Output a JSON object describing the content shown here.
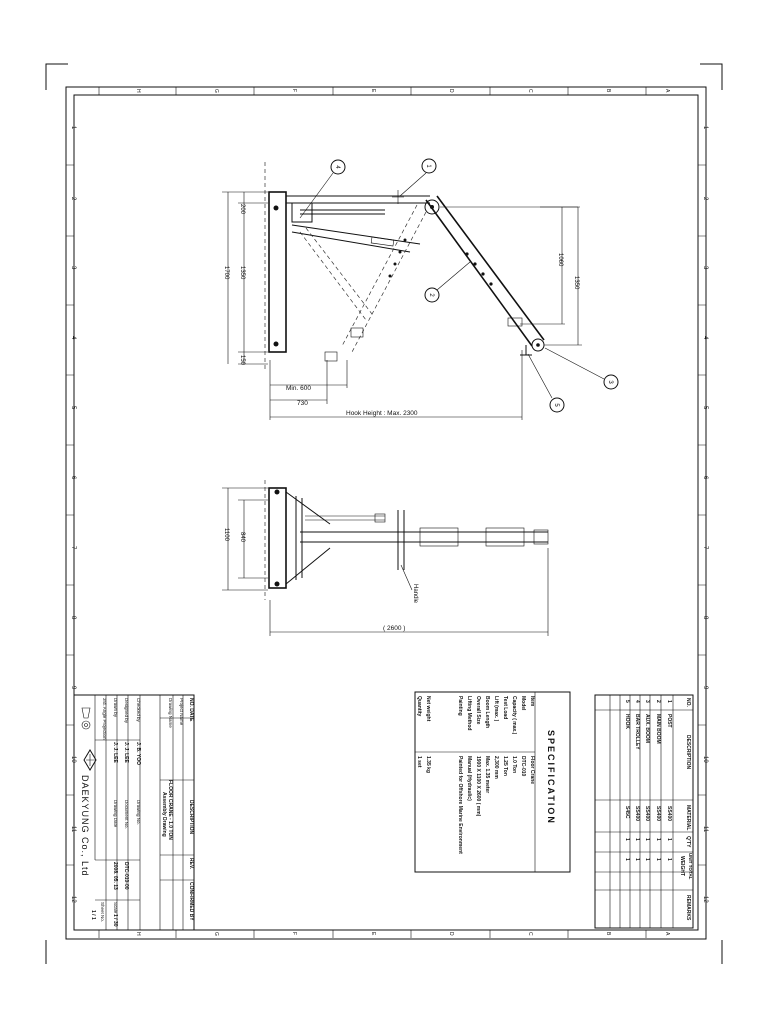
{
  "frame": {
    "column_marks": [
      "H",
      "G",
      "F",
      "E",
      "D",
      "C",
      "B",
      "A"
    ],
    "row_marks": [
      "1",
      "2",
      "3",
      "4",
      "5",
      "6",
      "7",
      "8",
      "9",
      "10",
      "11",
      "12"
    ]
  },
  "side_view": {
    "dims": {
      "d200": "200",
      "d1350": "1350",
      "d1700": "1700",
      "d150": "150",
      "d1060": "1060",
      "d1350_right": "1350",
      "min600": "Min. 600",
      "d730": "730",
      "hook_height": "Hook Height : Max. 2300"
    },
    "balloons": [
      "4",
      "1",
      "2",
      "3",
      "5"
    ]
  },
  "top_view": {
    "dims": {
      "d840": "840",
      "d1100": "1100",
      "d2600": "( 2600 )"
    },
    "handle_label": "Handle"
  },
  "bom": {
    "headers": {
      "no": "NO.",
      "desc": "DESCRIPTION",
      "material": "MATERIAL",
      "qty": "Q'TY",
      "weight": "WEIGHT",
      "unit_total": "UNIT TOTAL",
      "remarks": "REMARKS"
    },
    "rows": [
      {
        "no": "1",
        "desc": "POST",
        "mat": "SS400",
        "qty": "1"
      },
      {
        "no": "2",
        "desc": "MAIN BOOM",
        "mat": "SS400",
        "qty": "1"
      },
      {
        "no": "3",
        "desc": "AUX. BOOM",
        "mat": "SS400",
        "qty": "1"
      },
      {
        "no": "4",
        "desc": "BAR TROLLEY",
        "mat": "SS400",
        "qty": "1"
      },
      {
        "no": "5",
        "desc": "HOOK",
        "mat": "S45C",
        "qty": "1"
      }
    ]
  },
  "spec": {
    "title": "SPECIFICATION",
    "rows": [
      {
        "k": "Item",
        "v": "Floor Crane"
      },
      {
        "k": "Model",
        "v": "DTC-010"
      },
      {
        "k": "Capacity ( max.)",
        "v": "1.0 Ton"
      },
      {
        "k": "Test Load",
        "v": "1.25 Ton"
      },
      {
        "k": "Lift (max. )",
        "v": "2,300 mm"
      },
      {
        "k": "Boom Length",
        "v": "Max. 1.35 meter"
      },
      {
        "k": "Overall Size",
        "v": "1900 X 1100 X 2600 ( mm)"
      },
      {
        "k": "Lifting Method",
        "v": "Manual (Hydraulic)"
      },
      {
        "k": "Painting",
        "v": "Painted for Offshore Marine Environment"
      },
      {
        "k": "Net weight",
        "v": "1.35 kg"
      },
      {
        "k": "Quantity",
        "v": "1 set"
      }
    ]
  },
  "title_block": {
    "rev_headers": {
      "no_date": "NO. DATE",
      "description": "DESCRIPTION",
      "rev": "REV.",
      "confirmed": "CONFIRMED BY"
    },
    "project_name_label": "Project Name",
    "drawing_name_label": "Drawing Name",
    "drawing_name_1": "FLOOR CRANE - 1.0 TON",
    "drawing_name_2": "Assembly Drawing",
    "checked_by_label": "Checked by",
    "checked_by": "J. B. YOO",
    "drawing_no_label": "Drawing No.",
    "designed_by_label": "Designed by",
    "designed_by": "J. J. LEE",
    "document_no_label": "Document No.",
    "document_no": "DTC-010-00",
    "drawn_by_label": "Drawn by",
    "drawn_by": "J. J. LEE",
    "drawing_date_label": "Drawing Date",
    "drawing_date": "2008. 05. 13",
    "scale_label": "Scale",
    "scale": "1 / 30",
    "sheet_label": "Sheet No.",
    "sheet": "1 / 1",
    "projection_label": "3rd. Angle Projection",
    "company": "DAEKYUNG Co., Ltd"
  }
}
